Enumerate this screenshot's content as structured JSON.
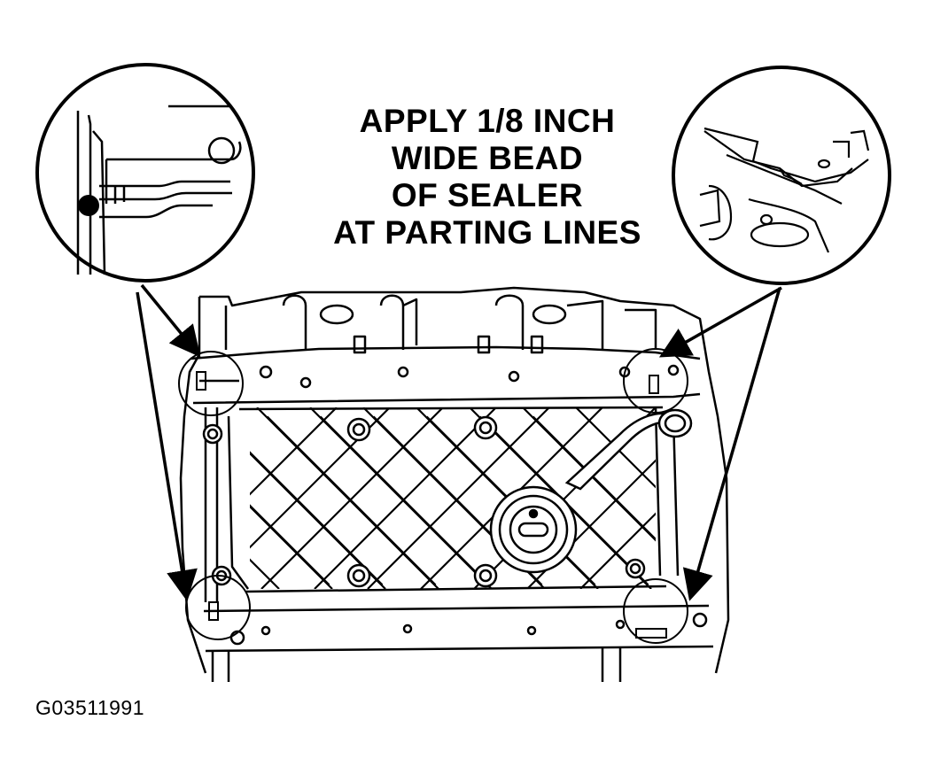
{
  "instruction": {
    "line1": "APPLY 1/8 INCH",
    "line2": "WIDE BEAD",
    "line3": "OF SEALER",
    "line4": "AT PARTING LINES"
  },
  "figure_id": "G03511991",
  "detail_views": {
    "left": "sealer-bead-cross-section",
    "right": "parting-line-corner-detail"
  },
  "colors": {
    "ink": "#000000",
    "paper": "#ffffff"
  }
}
